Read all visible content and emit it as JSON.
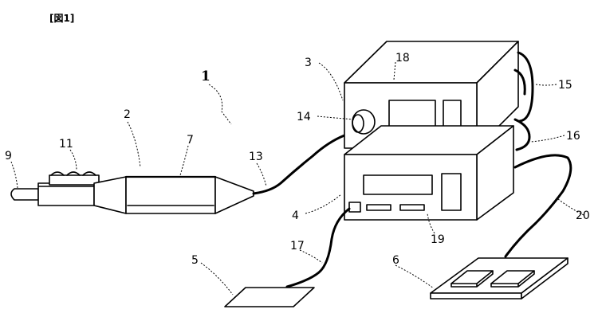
{
  "figure": {
    "caption": "[図1]",
    "labels": {
      "l1": "1",
      "l2": "2",
      "l3": "3",
      "l4": "4",
      "l5": "5",
      "l6": "6",
      "l7": "7",
      "l9": "9",
      "l11": "11",
      "l13": "13",
      "l14": "14",
      "l15": "15",
      "l16": "16",
      "l17": "17",
      "l18": "18",
      "l19": "19",
      "l20": "20"
    }
  }
}
